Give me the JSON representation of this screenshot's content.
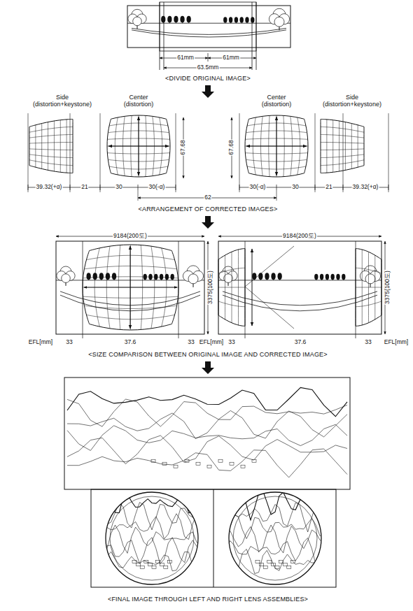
{
  "diagram": {
    "nodes": [
      {
        "text": [
          "Side (distortion+keystone)"
        ]
      },
      {
        "text": [
          "Center (distortion)"
        ]
      },
      {
        "text": [
          "Center (distortion)"
        ]
      },
      {
        "text": [
          "Side (distortion+keystone)"
        ]
      }
    ],
    "labels": [
      "61mm",
      "61mm",
      "63.5mm",
      "<DIVIDE ORIGINAL IMAGE>",
      "67.68",
      "67.68",
      "39.32(+α)",
      "21",
      "30",
      "30(-α)",
      "62",
      "30(-α)",
      "30",
      "21",
      "39.32(+α)",
      "<ARRANGEMENT OF CORRECTED IMAGES>",
      "9184(200도)",
      "9184(200도)",
      "3375(100도)",
      "3375(100도)",
      "EFL[mm]",
      "33",
      "37.6",
      "33",
      "EFL[mm]",
      "33",
      "37.6",
      "33",
      "EFL[mm]",
      "<SIZE COMPARISON BETWEEN ORIGINAL IMAGE AND CORRECTED IMAGE>",
      "<FINAL IMAGE THROUGH LEFT AND RIGHT LENS ASSEMBLIES>"
    ]
  }
}
